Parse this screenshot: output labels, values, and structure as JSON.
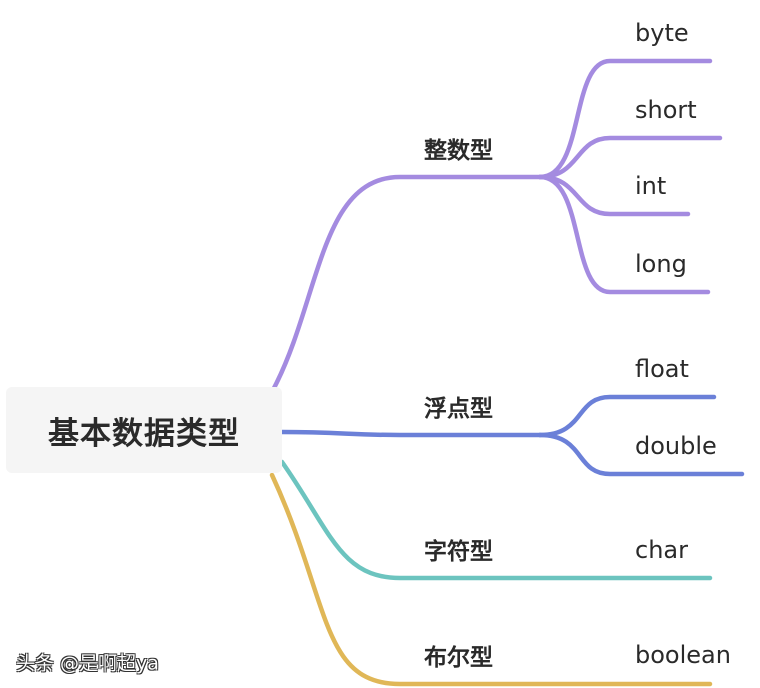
{
  "root": {
    "label": "基本数据类型"
  },
  "branches": [
    {
      "label": "整数型",
      "color": "#a48be0",
      "children": [
        "byte",
        "short",
        "int",
        "long"
      ]
    },
    {
      "label": "浮点型",
      "color": "#6b80d8",
      "children": [
        "float",
        "double"
      ]
    },
    {
      "label": "字符型",
      "color": "#6cc4bf",
      "children": [
        "char"
      ]
    },
    {
      "label": "布尔型",
      "color": "#e0b757",
      "children": [
        "boolean"
      ]
    }
  ],
  "watermark": "头条 @是啊超ya"
}
